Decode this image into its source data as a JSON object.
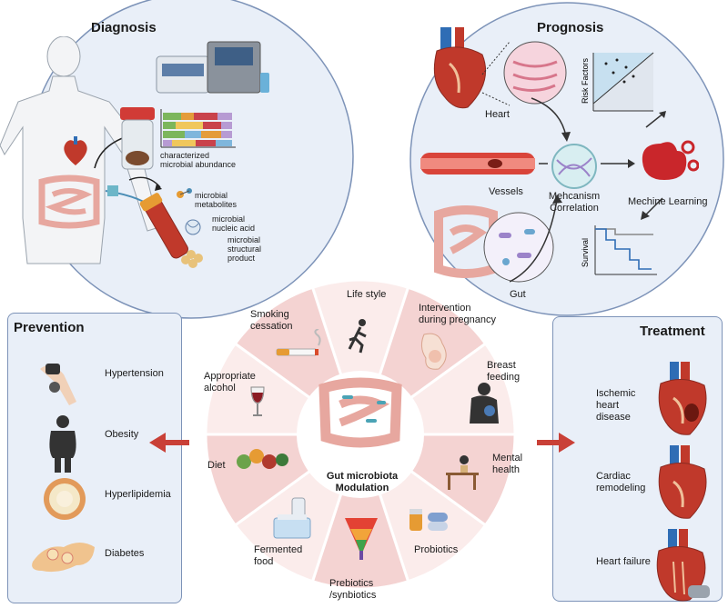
{
  "diagnosis": {
    "title": "Diagnosis",
    "abundance_label": "characterized microbial abundance",
    "metabolites": "microbial metabolites",
    "nucleic_acid": "microbial nucleic acid",
    "structural": "microbial structural product"
  },
  "prognosis": {
    "title": "Prognosis",
    "heart": "Heart",
    "vessels": "Vessels",
    "gut": "Gut",
    "mechanism": "Mehcanism Correlation",
    "ml": "Mechine Learning",
    "risk_factors": "Risk Factors",
    "survival": "Survival"
  },
  "prevention": {
    "title": "Prevention",
    "items": [
      "Hypertension",
      "Obesity",
      "Hyperlipidemia",
      "Diabetes"
    ]
  },
  "treatment": {
    "title": "Treatment",
    "items": [
      "Ischemic heart disease",
      "Cardiac remodeling",
      "Heart failure"
    ]
  },
  "center": {
    "title": "Gut microbiota Modulation",
    "segments": [
      "Life style",
      "Intervention during pregnancy",
      "Breast feeding",
      "Mental health",
      "Probiotics",
      "Prebiotics /synbiotics",
      "Fermented food",
      "Diet",
      "Appropriate alcohol",
      "Smoking cessation"
    ]
  },
  "colors": {
    "panel_bg": "#e9eff8",
    "panel_border": "#7d93b8",
    "wheel_light": "#fbeceb",
    "wheel_dark": "#f4d3d2",
    "arrow": "#c94037",
    "heart_red": "#c0392b",
    "vessel_blue": "#2f6db5"
  }
}
